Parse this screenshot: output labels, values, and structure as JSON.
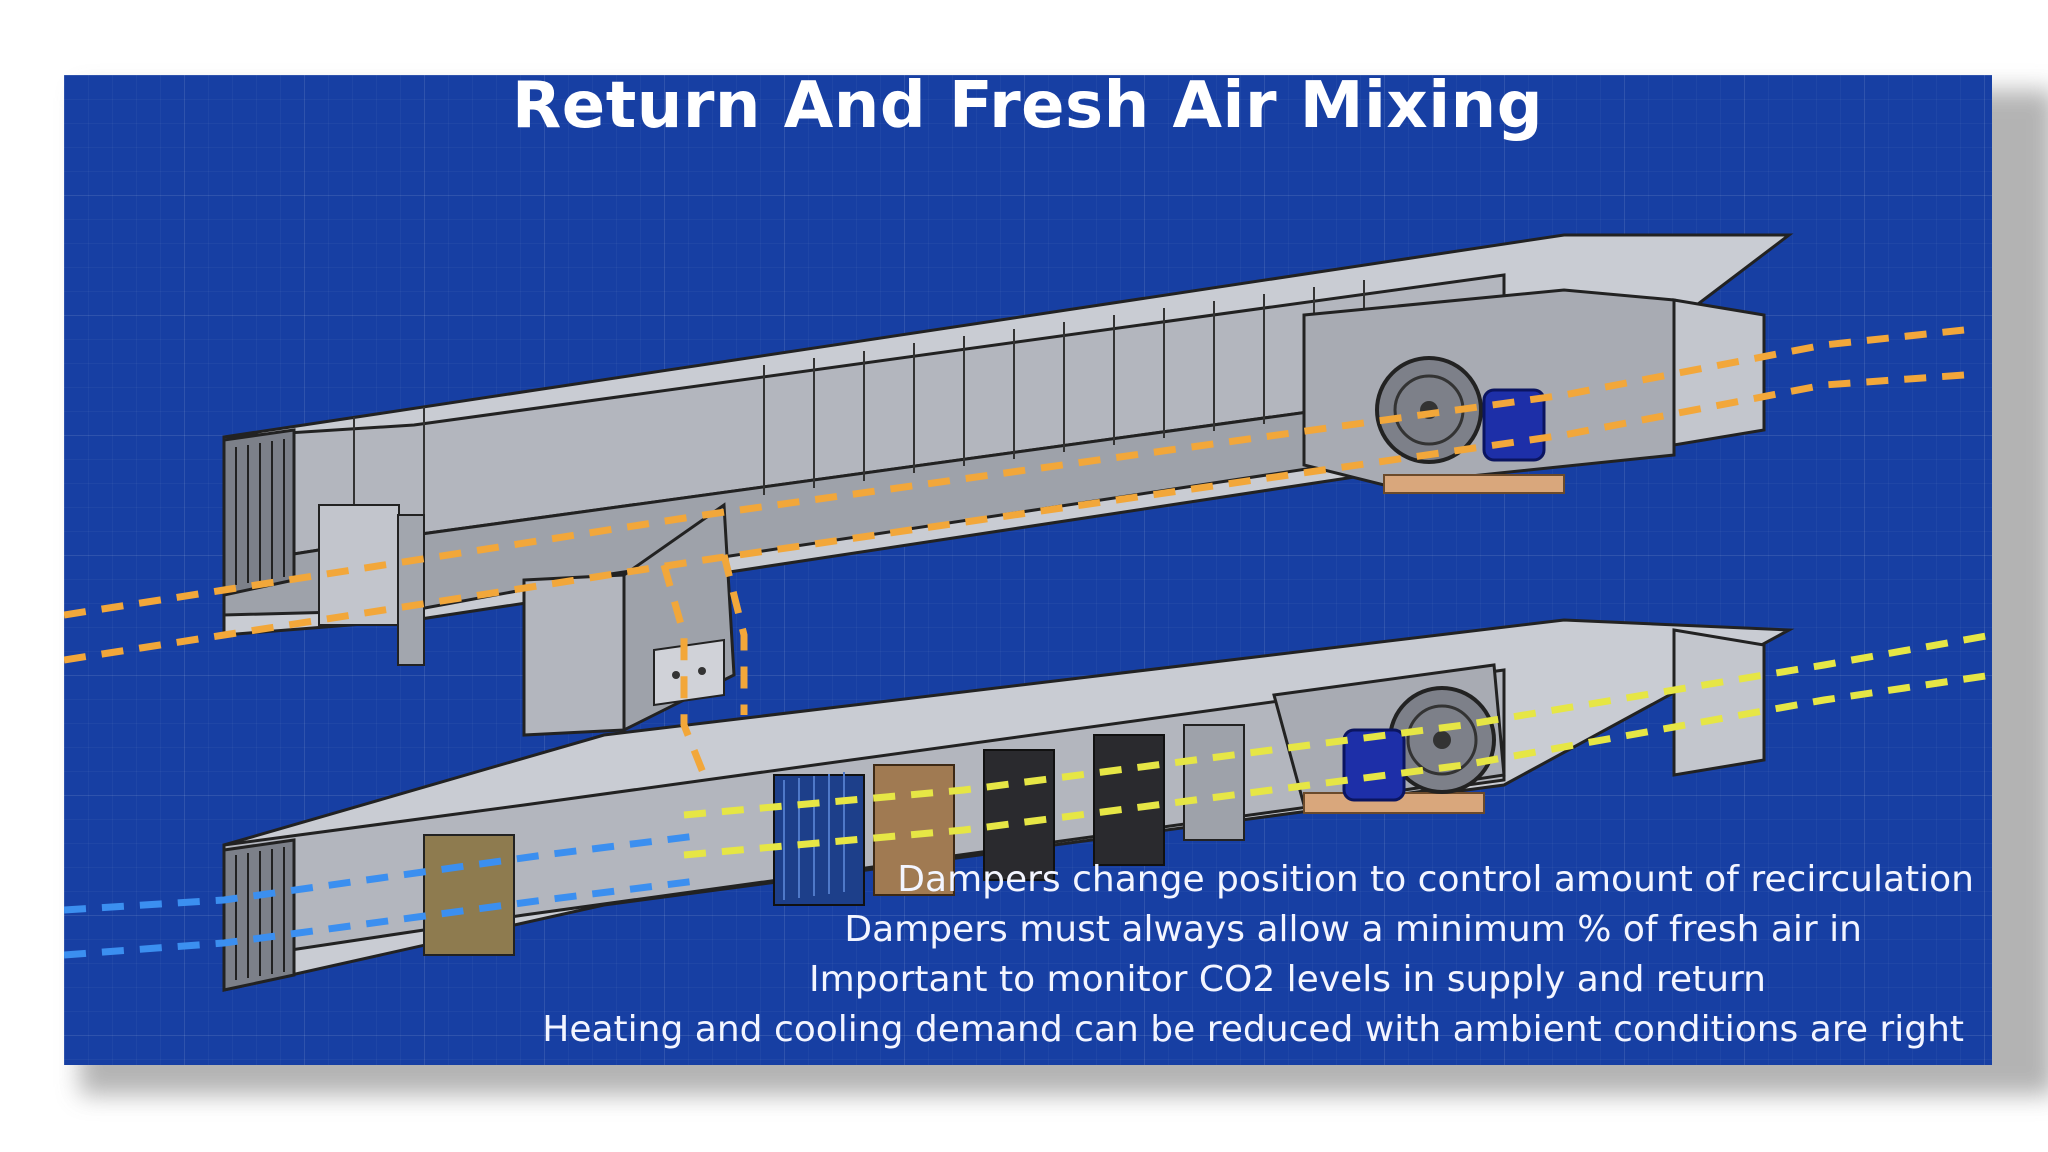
{
  "title": "Return And Fresh Air Mixing",
  "notes": [
    "Dampers change position to control amount of recirculation",
    "Dampers must always allow a minimum % of fresh air in",
    "Important to monitor CO2 levels in supply and return",
    "Heating and cooling demand can be reduced with ambient conditions are right"
  ],
  "colors": {
    "background": "#173fa3",
    "duct": "#b9bcc4",
    "duct_dark": "#8e929b",
    "return_air_flow": "#f2a73a",
    "supply_air_flow": "#e6e645",
    "fresh_air_flow": "#3b8ff0",
    "fan_motor": "#1d2fa8"
  },
  "icons": [
    "fan-icon",
    "motor-icon",
    "damper-icon",
    "filter-icon",
    "coil-icon"
  ]
}
